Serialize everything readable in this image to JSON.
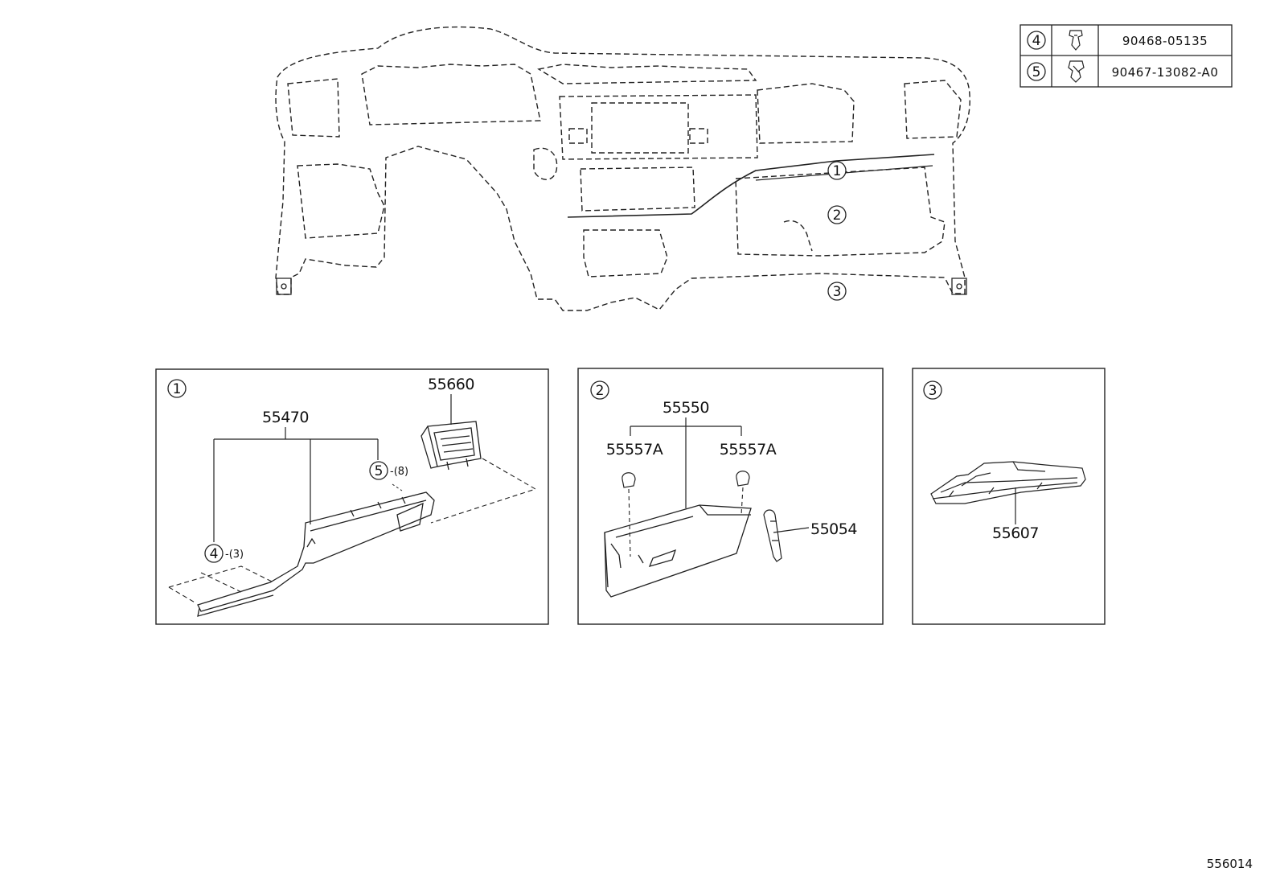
{
  "fastener_table": [
    {
      "index": "4",
      "part_no": "90468-05135"
    },
    {
      "index": "5",
      "part_no": "90467-13082-A0"
    }
  ],
  "overview_callouts": [
    "1",
    "2",
    "3"
  ],
  "panels": {
    "panel1": {
      "index": "1",
      "labels": {
        "assembly": "55470",
        "vent": "55660",
        "clip5": "5",
        "clip5_qty": "-(8)",
        "clip4": "4",
        "clip4_qty": "-(3)"
      }
    },
    "panel2": {
      "index": "2",
      "labels": {
        "box": "55550",
        "stopper_left": "55557A",
        "stopper_right": "55557A",
        "damper": "55054"
      }
    },
    "panel3": {
      "index": "3",
      "labels": {
        "reinforcement": "55607"
      }
    }
  },
  "reference_code": "556014"
}
